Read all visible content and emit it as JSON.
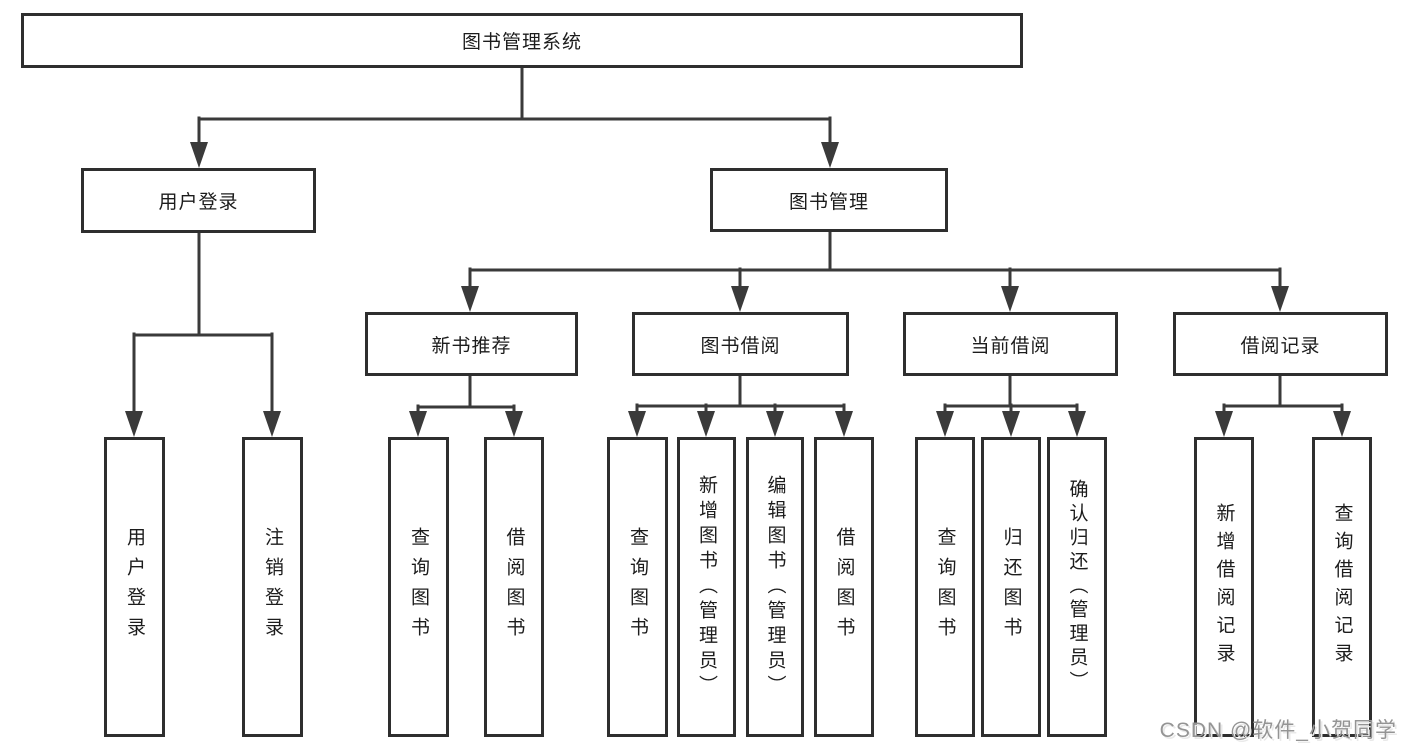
{
  "theme": {
    "line-color": "#3a3a3a",
    "border-color": "#2e2e2e",
    "text-color": "#1c1c1c",
    "watermark-color": "#949494",
    "bg-color": "#ffffff"
  },
  "diagram": {
    "root": {
      "label": "图书管理系统"
    },
    "login_branch": {
      "label": "用户登录",
      "children": [
        "用户登录",
        "注销登录"
      ]
    },
    "management_branch": {
      "label": "图书管理",
      "modules": [
        {
          "label": "新书推荐",
          "children": [
            "查询图书",
            "借阅图书"
          ]
        },
        {
          "label": "图书借阅",
          "children": [
            "查询图书",
            "新增图书（管理员）",
            "编辑图书（管理员）",
            "借阅图书"
          ]
        },
        {
          "label": "当前借阅",
          "children": [
            "查询图书",
            "归还图书",
            "确认归还（管理员）"
          ]
        },
        {
          "label": "借阅记录",
          "children": [
            "新增借阅记录",
            "查询借阅记录"
          ]
        }
      ]
    }
  },
  "watermark": {
    "text": "CSDN @软件_小贺同学"
  }
}
